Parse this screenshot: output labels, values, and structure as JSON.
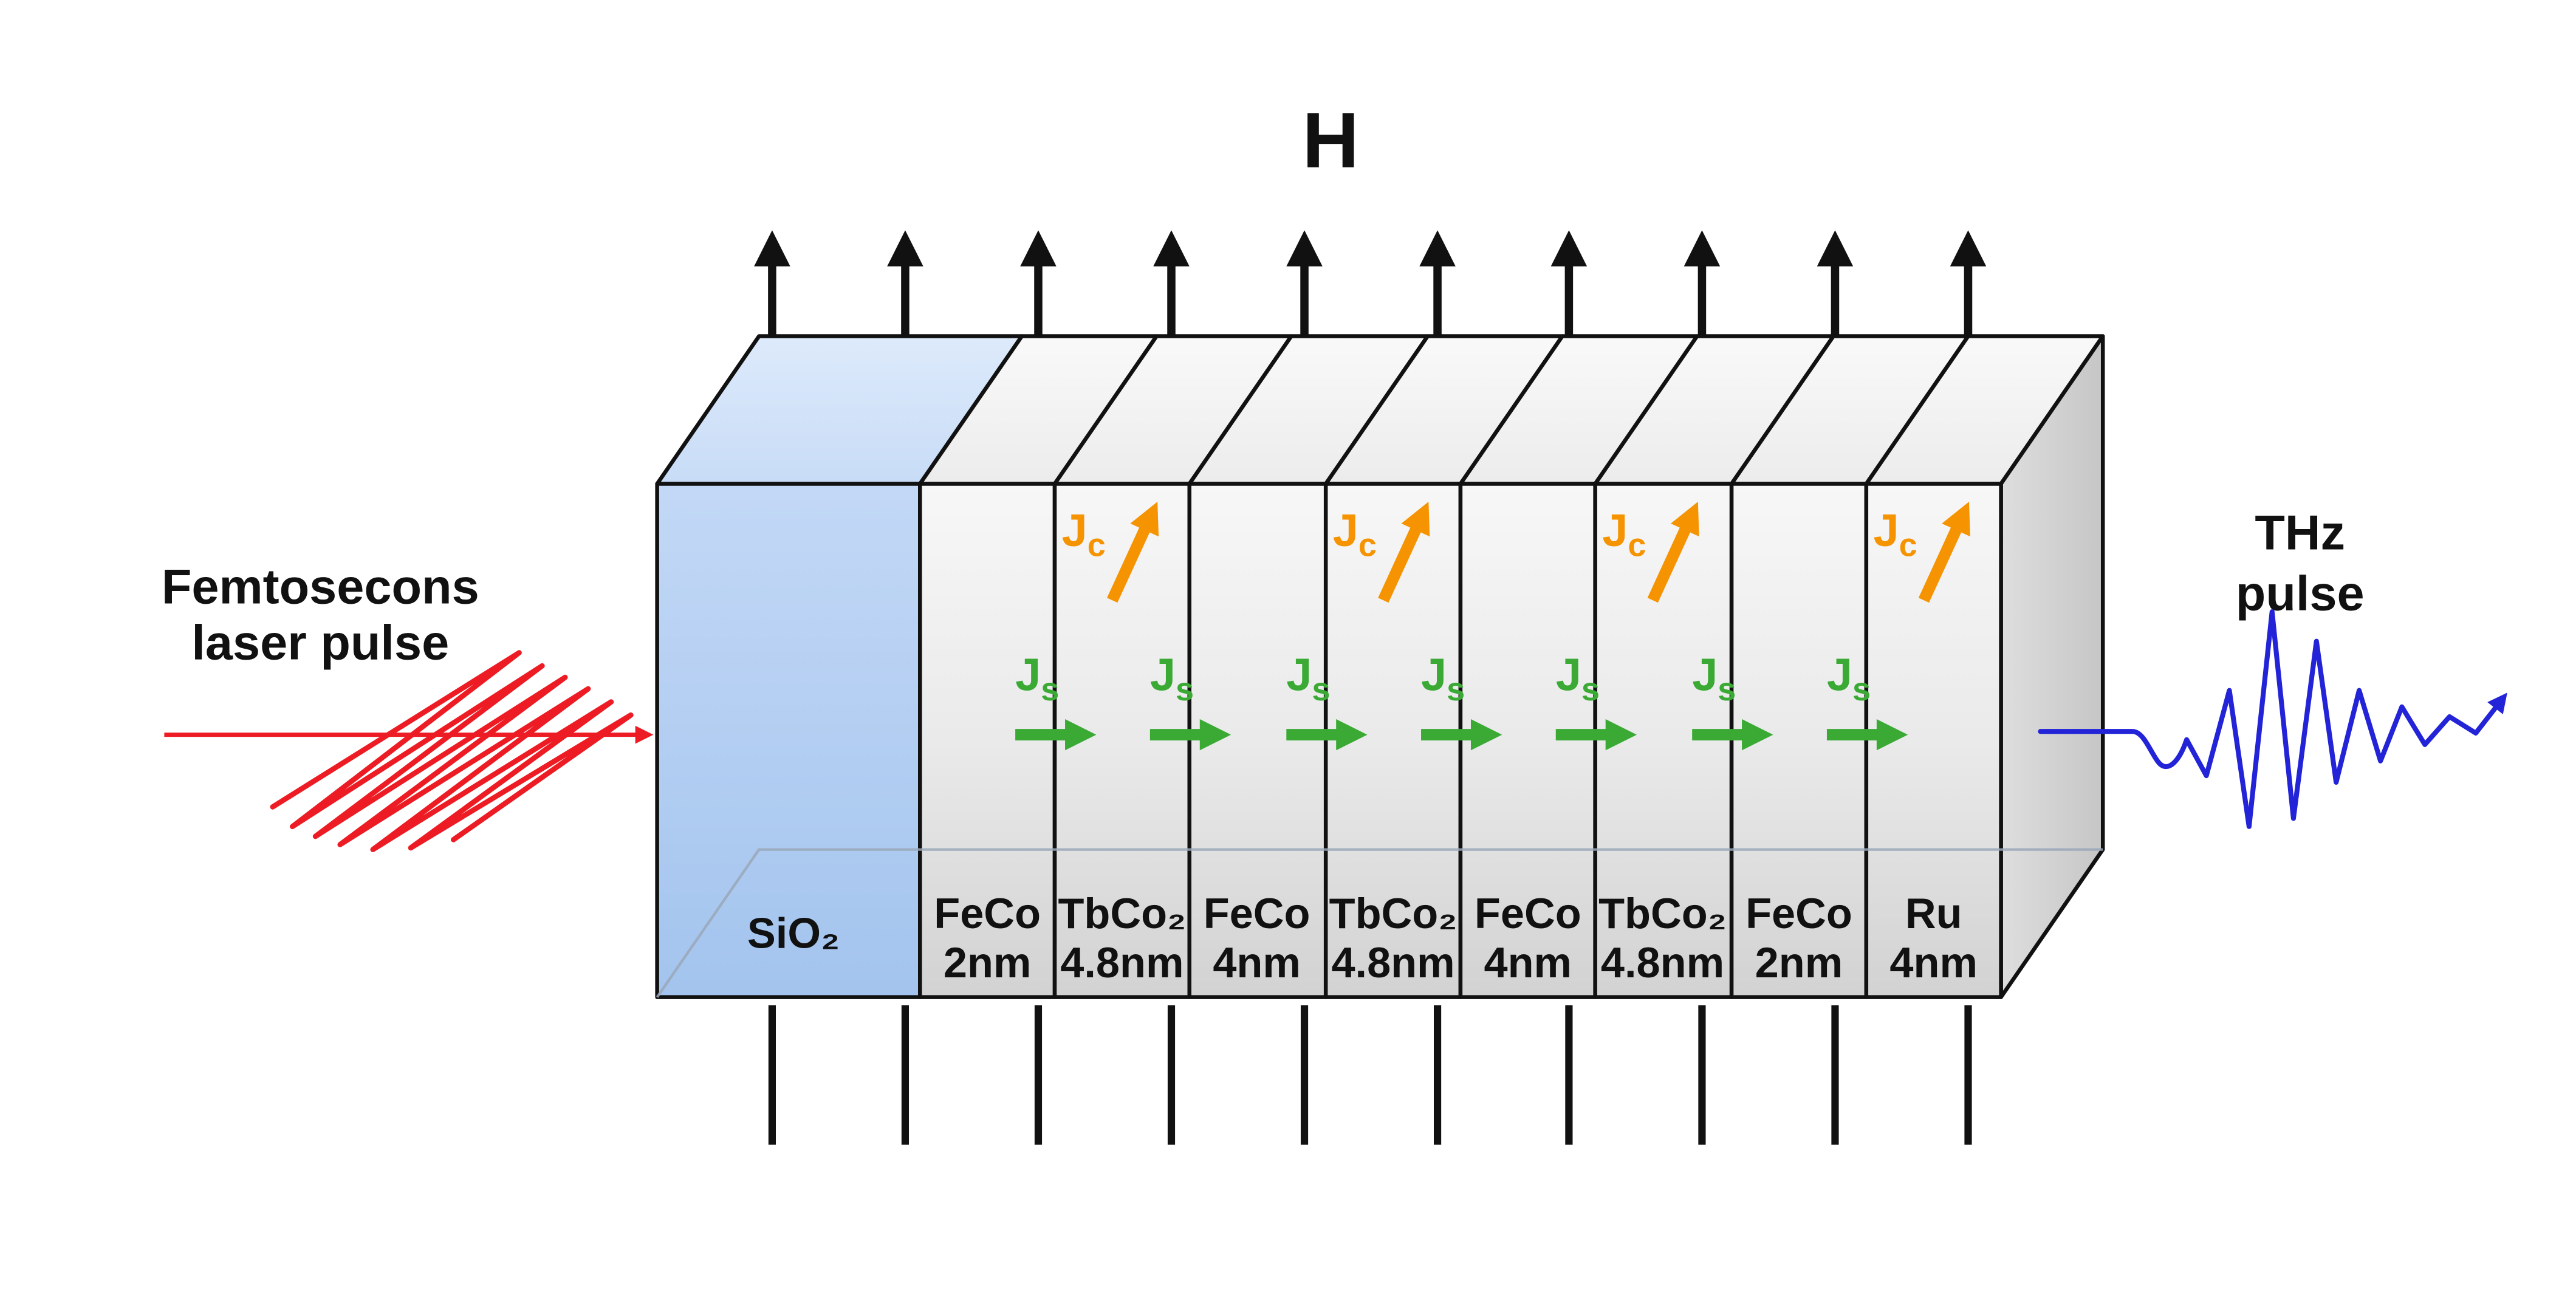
{
  "field_label": "H",
  "laser": {
    "label_line1": "Femtosecons",
    "label_line2": "laser pulse"
  },
  "thz": {
    "label_line1": "THz",
    "label_line2": "pulse"
  },
  "spin_current": {
    "symbol": "J",
    "subscript": "s"
  },
  "charge_current": {
    "symbol": "J",
    "subscript": "c"
  },
  "layers": [
    {
      "name": "SiO₂"
    },
    {
      "name": "FeCo",
      "thickness": "2nm"
    },
    {
      "name": "TbCo₂",
      "thickness": "4.8nm"
    },
    {
      "name": "FeCo",
      "thickness": "4nm"
    },
    {
      "name": "TbCo₂",
      "thickness": "4.8nm"
    },
    {
      "name": "FeCo",
      "thickness": "4nm"
    },
    {
      "name": "TbCo₂",
      "thickness": "4.8nm"
    },
    {
      "name": "FeCo",
      "thickness": "2nm"
    },
    {
      "name": "Ru",
      "thickness": "4nm"
    }
  ],
  "colors": {
    "substrate_front": "#a3c4ee",
    "substrate_top": "#c8dcf7",
    "spin": "#3aaa35",
    "charge": "#f59300",
    "laser": "#ed1c24",
    "thz": "#2323d8",
    "field": "#111111"
  }
}
